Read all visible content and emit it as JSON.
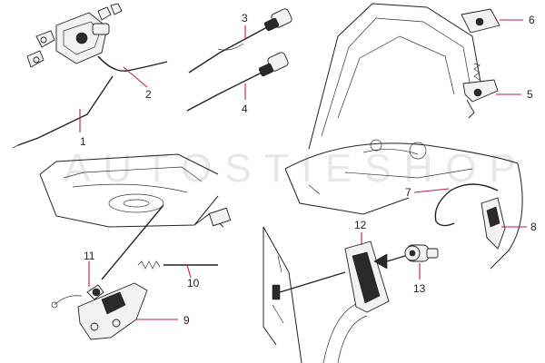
{
  "watermark": "AUTOSTIESHOP",
  "callouts": [
    {
      "id": "1",
      "label": "1"
    },
    {
      "id": "2",
      "label": "2"
    },
    {
      "id": "3",
      "label": "3"
    },
    {
      "id": "4",
      "label": "4"
    },
    {
      "id": "5",
      "label": "5"
    },
    {
      "id": "6",
      "label": "6"
    },
    {
      "id": "7",
      "label": "7"
    },
    {
      "id": "8",
      "label": "8"
    },
    {
      "id": "9",
      "label": "9"
    },
    {
      "id": "10",
      "label": "10"
    },
    {
      "id": "11",
      "label": "11"
    },
    {
      "id": "12",
      "label": "12"
    },
    {
      "id": "13",
      "label": "13"
    }
  ],
  "colors": {
    "leader": "#c2185b",
    "ink": "#222222",
    "watermark": "#d6d6d6"
  }
}
